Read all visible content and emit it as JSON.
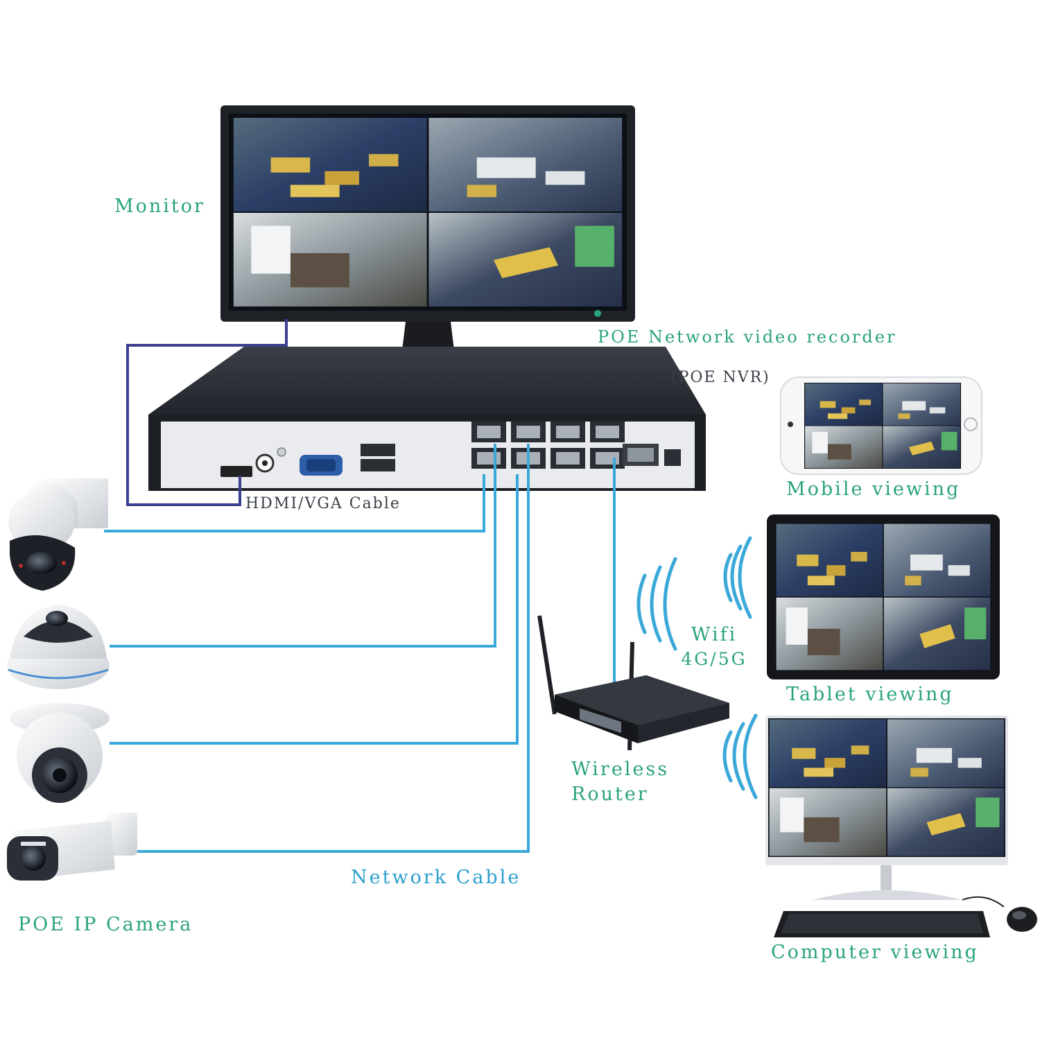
{
  "colors": {
    "label_green": "#2aa37a",
    "label_blue": "#2b9fcf",
    "network_cable": "#3aa8d8",
    "hdmi_cable": "#3b3f8f",
    "device_black": "#1e2126"
  },
  "labels": {
    "monitor": "Monitor",
    "nvr_title": "POE Network video recorder",
    "nvr_short": "(POE NVR)",
    "hdmi_cable": "HDMI/VGA Cable",
    "mobile": "Mobile viewing",
    "tablet": "Tablet viewing",
    "computer": "Computer viewing",
    "wifi_line1": "Wifi",
    "wifi_line2": "4G/5G",
    "router_line1": "Wireless",
    "router_line2": "Router",
    "network_cable": "Network Cable",
    "poe_camera": "POE IP Camera"
  },
  "icons": {
    "monitor": "monitor-icon",
    "nvr": "nvr-recorder-icon",
    "router": "wireless-router-icon",
    "phone": "smartphone-icon",
    "tablet": "tablet-icon",
    "computer": "desktop-computer-icon",
    "keyboard": "keyboard-icon",
    "mouse": "mouse-icon",
    "ptz_camera": "ptz-camera-icon",
    "dome_camera": "dome-camera-icon",
    "turret_camera": "turret-camera-icon",
    "bullet_camera": "bullet-camera-icon",
    "wifi_waves": "wifi-waves-icon"
  }
}
